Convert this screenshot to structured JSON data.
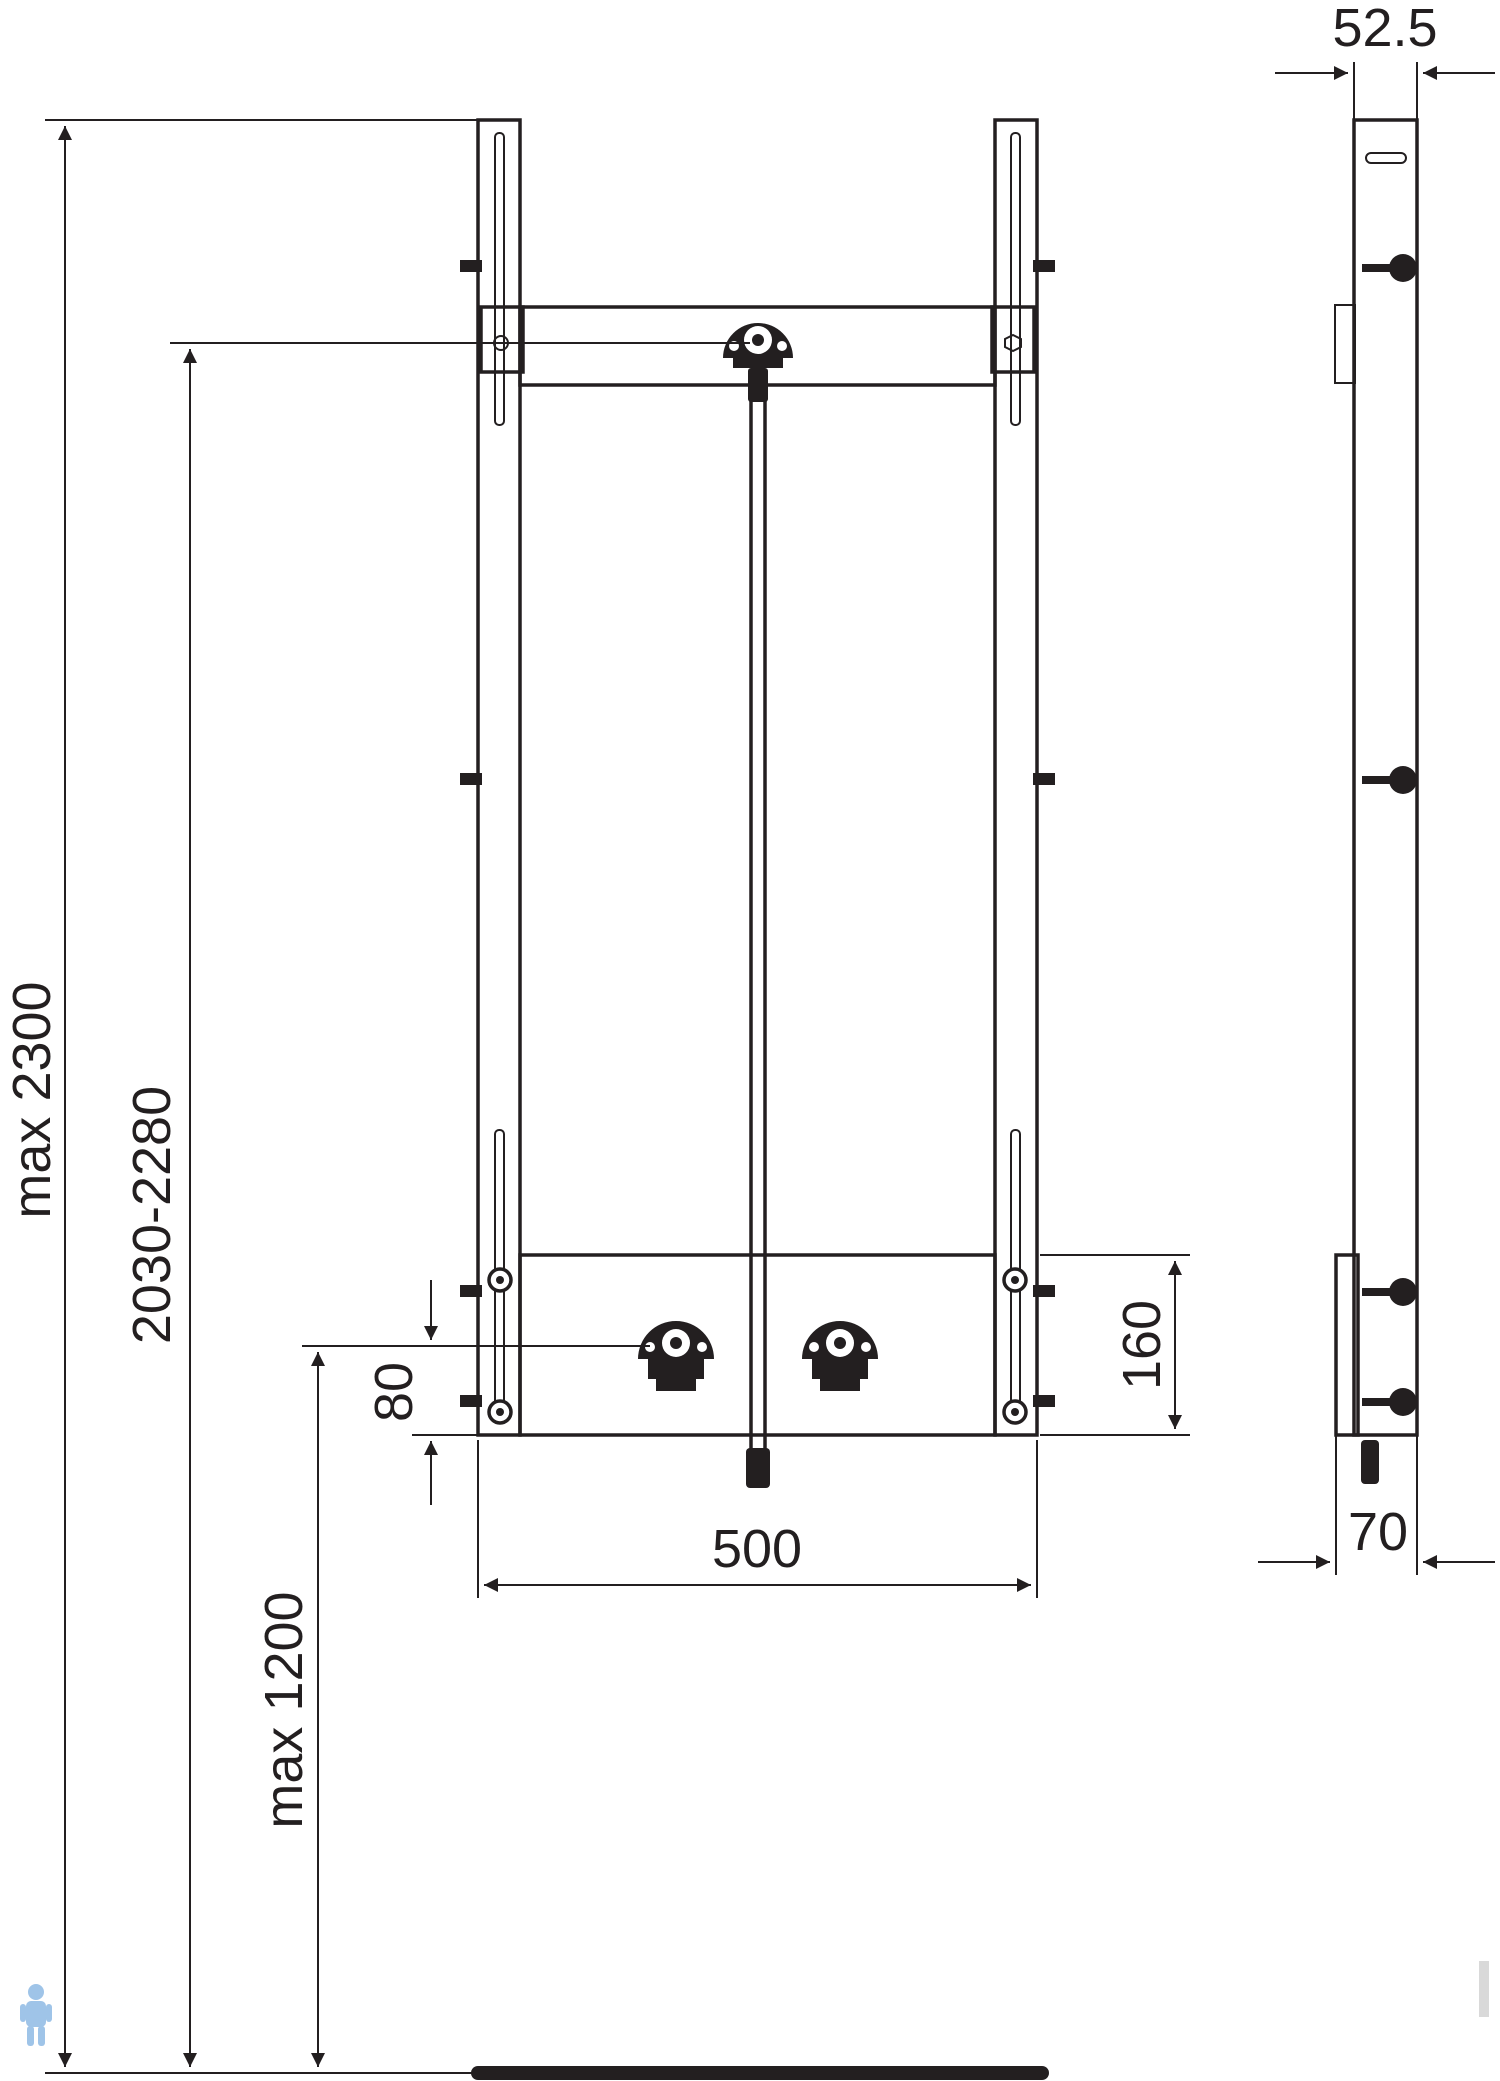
{
  "dimensions": {
    "total_height": "max 2300",
    "adjust_range": "2030-2280",
    "outlet_height": "max 1200",
    "outlet_spacing": "80",
    "plate_height": "160",
    "frame_width": "500",
    "side_depth_top": "52.5",
    "side_depth_bottom": "70"
  },
  "colors": {
    "line": "#231f20",
    "background": "#ffffff"
  },
  "icons": {
    "corner_logo": "plumber-figure-logo",
    "side_watermark": "vertical-watermark"
  }
}
